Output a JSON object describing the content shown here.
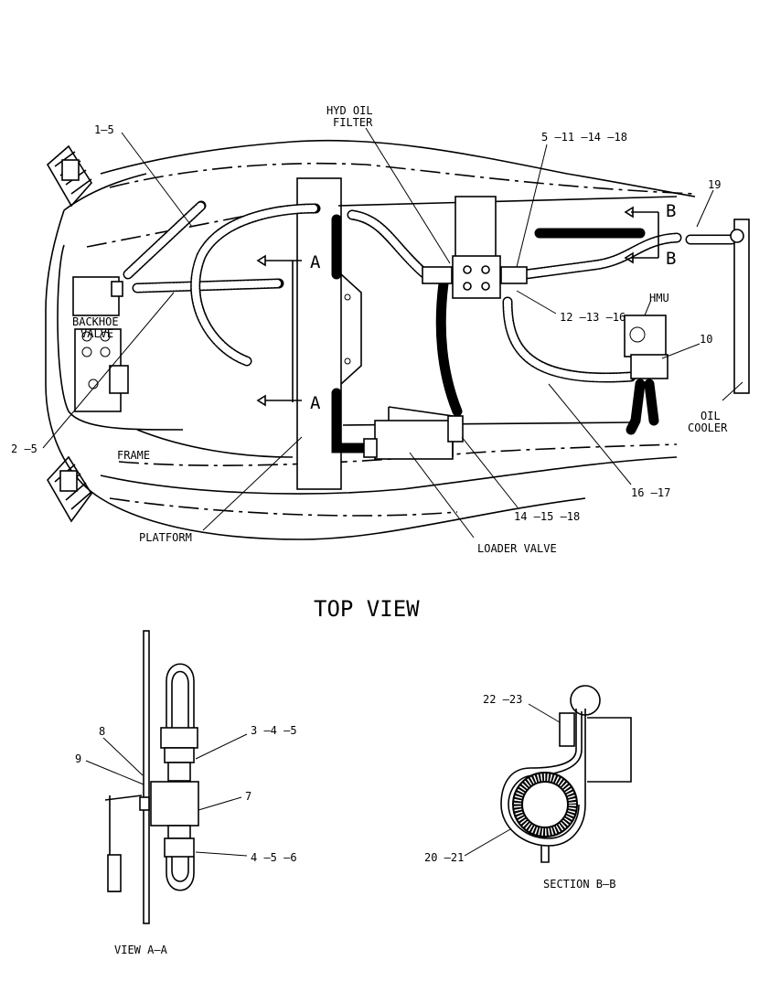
{
  "top_view": {
    "title": "TOP VIEW",
    "callouts": {
      "c_1_5": "1—5",
      "c_2_5": "2 —5",
      "c_5_11_14_18": "5 —11 —14 —18",
      "c_19": "19",
      "c_12_13_16": "12 —13 —16",
      "c_10": "10",
      "c_16_17": "16 —17",
      "c_14_15_18": "14 —15 —18"
    },
    "labels": {
      "hyd_oil_1": "HYD OIL",
      "hyd_oil_2": "FILTER",
      "backhoe_1": "BACKHOE",
      "backhoe_2": "VALVE",
      "frame": "FRAME",
      "platform": "PLATFORM",
      "loader_valve": "LOADER VALVE",
      "hmu": "HMU",
      "oil_cooler_1": "OIL",
      "oil_cooler_2": "COOLER"
    },
    "section_marks": {
      "a_top": "A",
      "a_bottom": "A",
      "b_top": "B",
      "b_bottom": "B"
    }
  },
  "view_aa": {
    "title": "VIEW A—A",
    "callouts": {
      "c_8": "8",
      "c_9": "9",
      "c_3_4_5": "3 —4 —5",
      "c_7": "7",
      "c_4_5_6": "4 —5 —6"
    }
  },
  "section_bb": {
    "title": "SECTION B—B",
    "callouts": {
      "c_22_23": "22 —23",
      "c_20_21": "20 —21"
    }
  }
}
